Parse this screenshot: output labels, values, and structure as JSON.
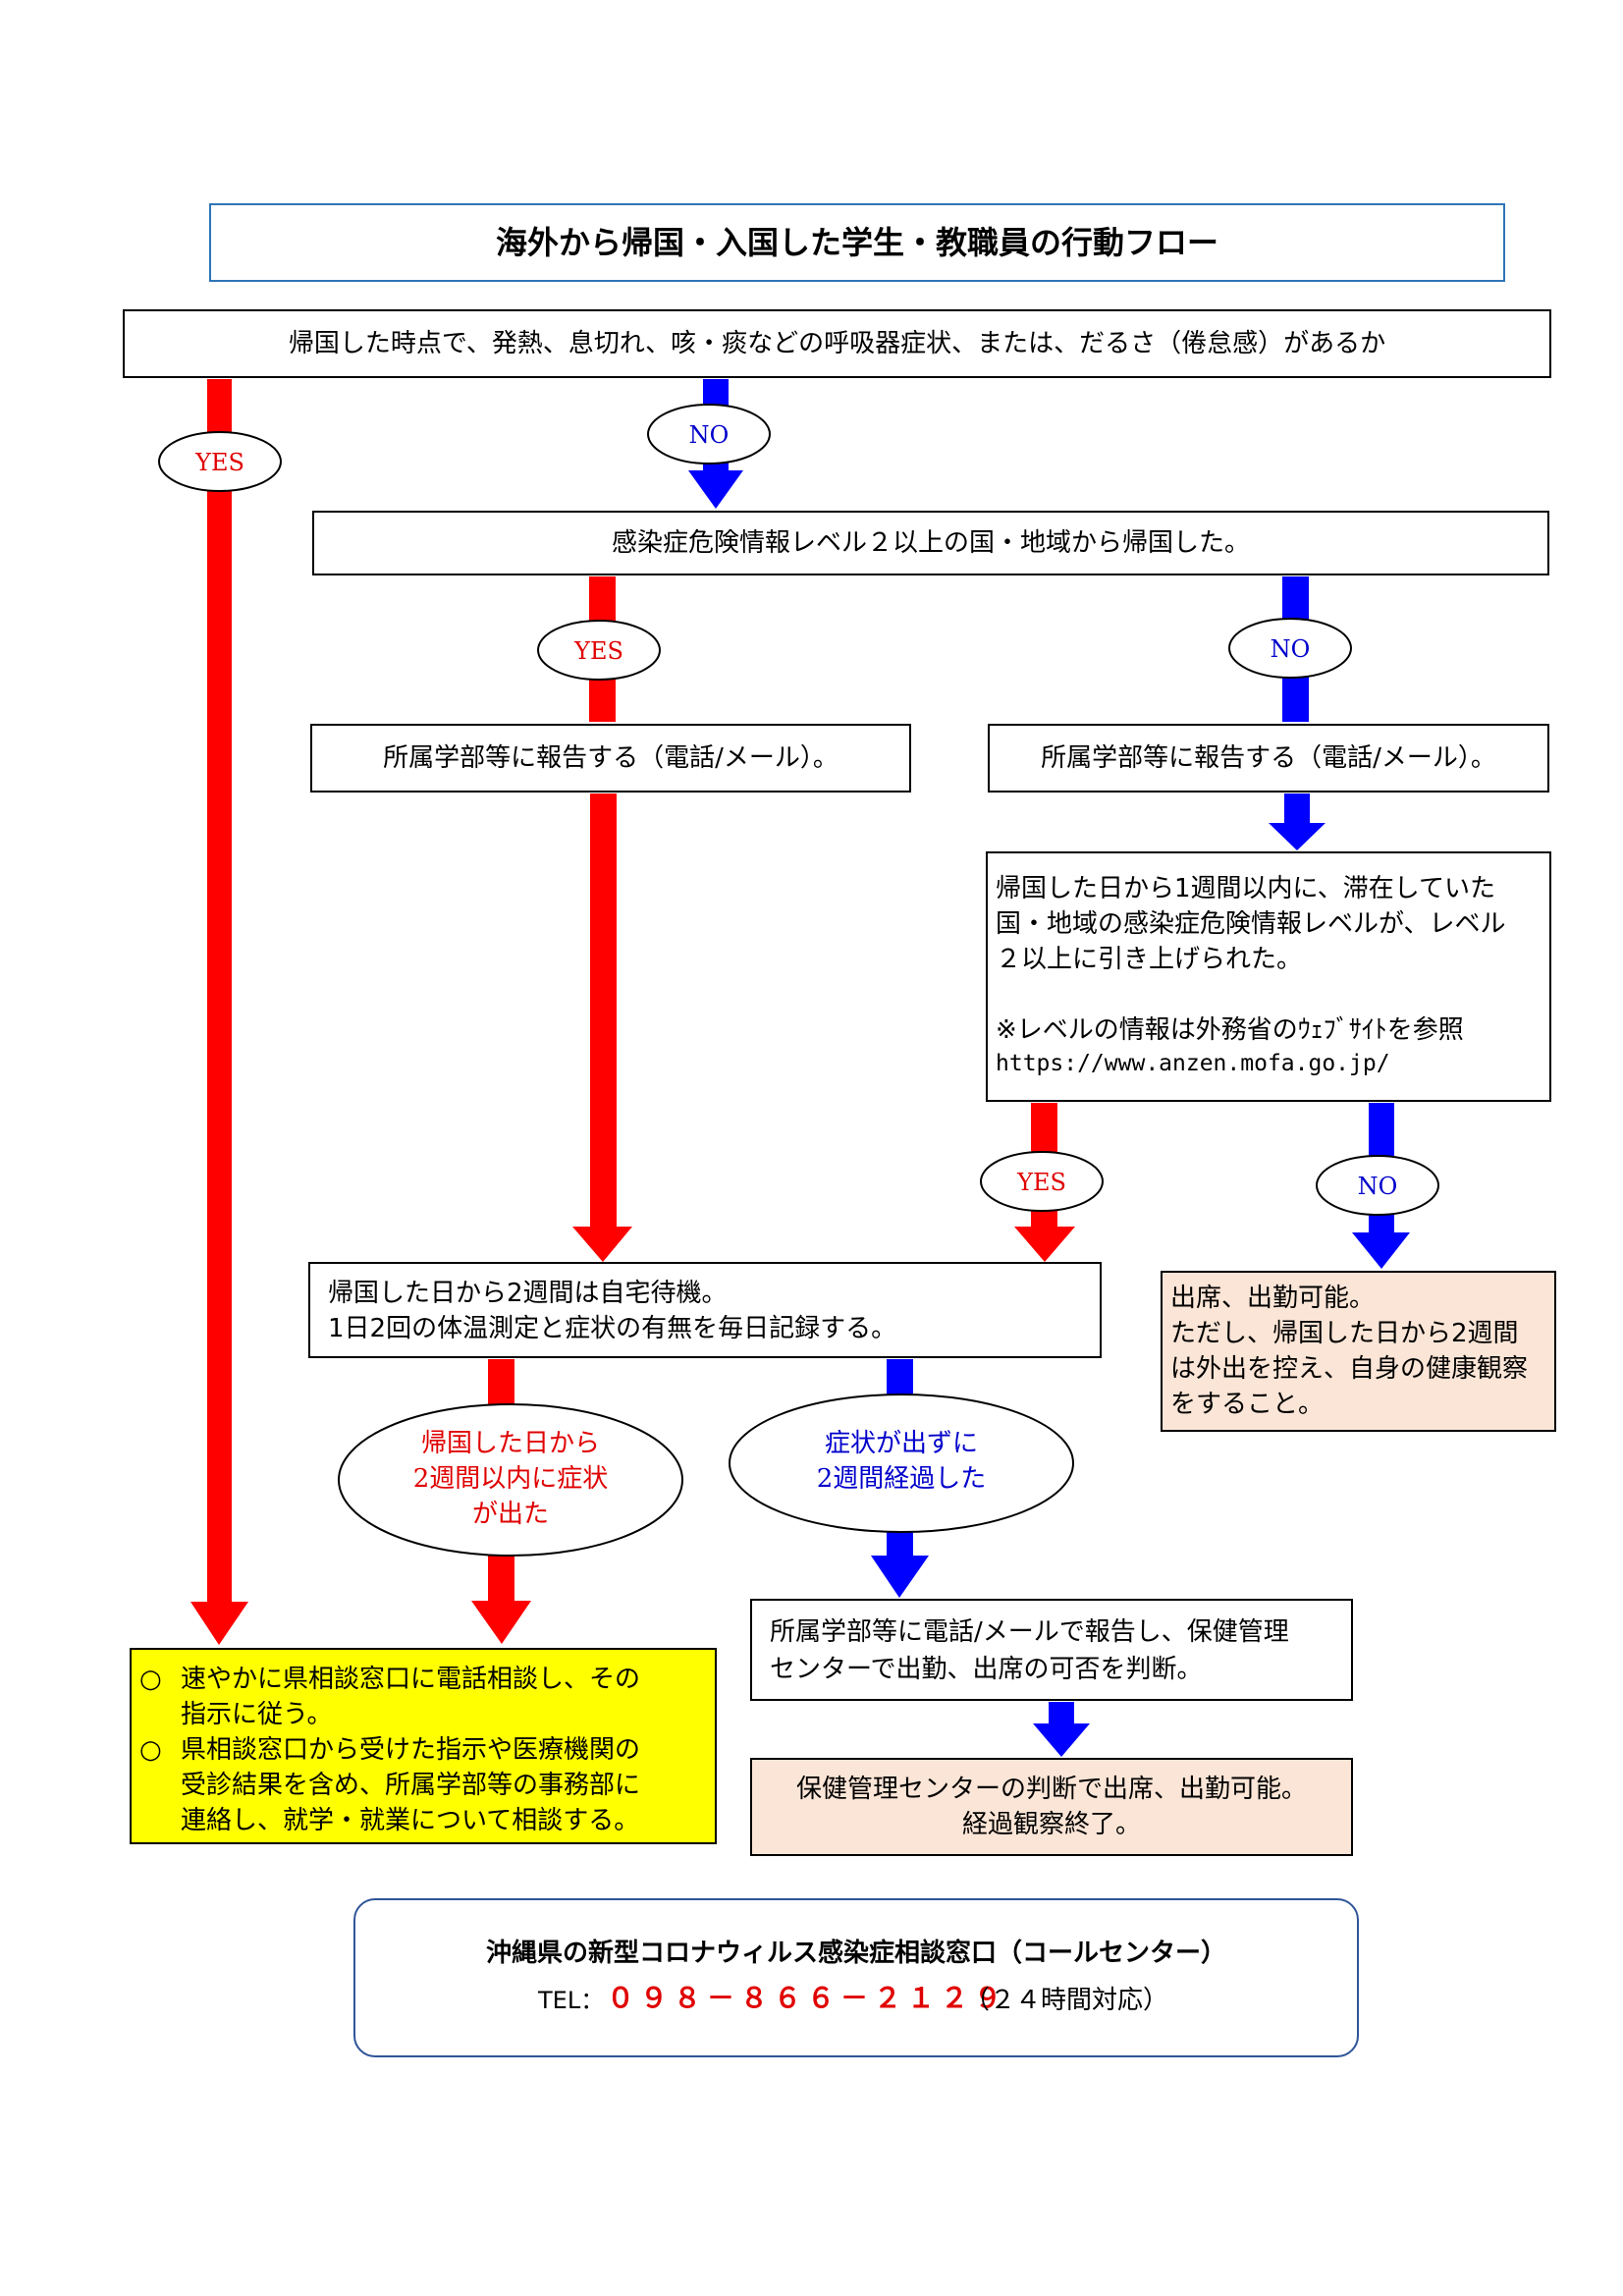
{
  "title": "海外から帰国・入国した学生・教職員の行動フロー",
  "q1": "帰国した時点で、発熱、息切れ、咳・痰などの呼吸器症状、または、だるさ（倦怠感）があるか",
  "q2": "感染症危険情報レベル２以上の国・地域から帰国した。",
  "report_left": "所属学部等に報告する（電話/メール）。",
  "report_right": "所属学部等に報告する（電話/メール）。",
  "level_check": {
    "line1": "帰国した日から1週間以内に、滞在していた",
    "line2": "国・地域の感染症危険情報レベルが、レベル",
    "line3": "２以上に引き上げられた。",
    "note": "※レベルの情報は外務省のｳｪﾌﾞｻｲﾄを参照",
    "url": "https://www.anzen.mofa.go.jp/"
  },
  "home_wait": {
    "line1": "帰国した日から2週間は自宅待機。",
    "line2": "1日2回の体温測定と症状の有無を毎日記録する。"
  },
  "attend_ok": {
    "line1": "出席、出勤可能。",
    "line2": "ただし、帰国した日から2週間",
    "line3": "は外出を控え、自身の健康観察",
    "line4": "をすること。"
  },
  "symptom_oval": {
    "line1": "帰国した日から",
    "line2": "2週間以内に症状",
    "line3": "が出た"
  },
  "nosymptom_oval": {
    "line1": "症状が出ずに",
    "line2": "2週間経過した"
  },
  "report_health": {
    "line1": "所属学部等に電話/メールで報告し、保健管理",
    "line2": "センターで出勤、出席の可否を判断。"
  },
  "final": {
    "line1": "保健管理センターの判断で出席、出勤可能。",
    "line2": "経過観察終了。"
  },
  "action": {
    "bullet": "○",
    "item1_line1": "速やかに県相談窓口に電話相談し、その",
    "item1_line2": "指示に従う。",
    "item2_line1": "県相談窓口から受けた指示や医療機関の",
    "item2_line2": "受診結果を含め、所属学部等の事務部に",
    "item2_line3": "連絡し、就学・就業について相談する。"
  },
  "labels": {
    "yes": "YES",
    "no": "NO"
  },
  "contact": {
    "title": "沖縄県の新型コロナウィルス感染症相談窓口（コールセンター）",
    "tel_label": "TEL：",
    "tel_number": "０９８－８６６－２１２９",
    "hours": "（２４時間対応）"
  },
  "colors": {
    "yes_arrow": "#ff0000",
    "no_arrow": "#0000ff",
    "title_border": "#2e75b6",
    "action_bg": "#ffff00",
    "attend_bg": "#fbe5d6",
    "contact_border": "#2f5597",
    "tel_number": "#e00000"
  }
}
